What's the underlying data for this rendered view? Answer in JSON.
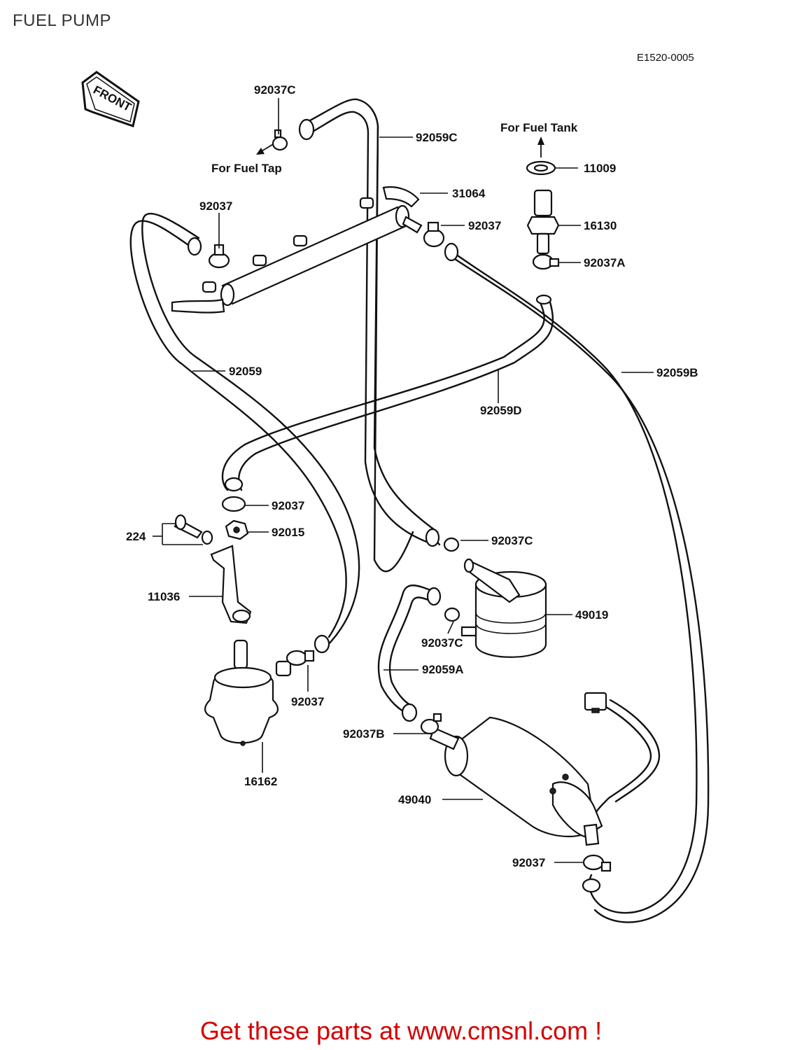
{
  "header": {
    "title": "FUEL PUMP",
    "code": "E1520-0005"
  },
  "front_badge": "FRONT",
  "notes": {
    "fuel_tap": "For Fuel Tap",
    "fuel_tank": "For Fuel Tank"
  },
  "callouts": {
    "c92037C_top": "92037C",
    "c92059C": "92059C",
    "c11009": "11009",
    "c31064": "31064",
    "c92037_top_left": "92037",
    "c92037_top_mid": "92037",
    "c16130": "16130",
    "c92037A": "92037A",
    "c92059": "92059",
    "c92059B": "92059B",
    "c92059D": "92059D",
    "c92037_mid": "92037",
    "c92015": "92015",
    "c224": "224",
    "c92037C_mid": "92037C",
    "c11036": "11036",
    "c49019": "49019",
    "c92037C_low": "92037C",
    "c92059A": "92059A",
    "c92037_low": "92037",
    "c92037B": "92037B",
    "c16162": "16162",
    "c49040": "49040",
    "c92037_bottom": "92037"
  },
  "footer": {
    "text": "Get these parts at www.cmsnl.com !",
    "color": "#d40000"
  }
}
